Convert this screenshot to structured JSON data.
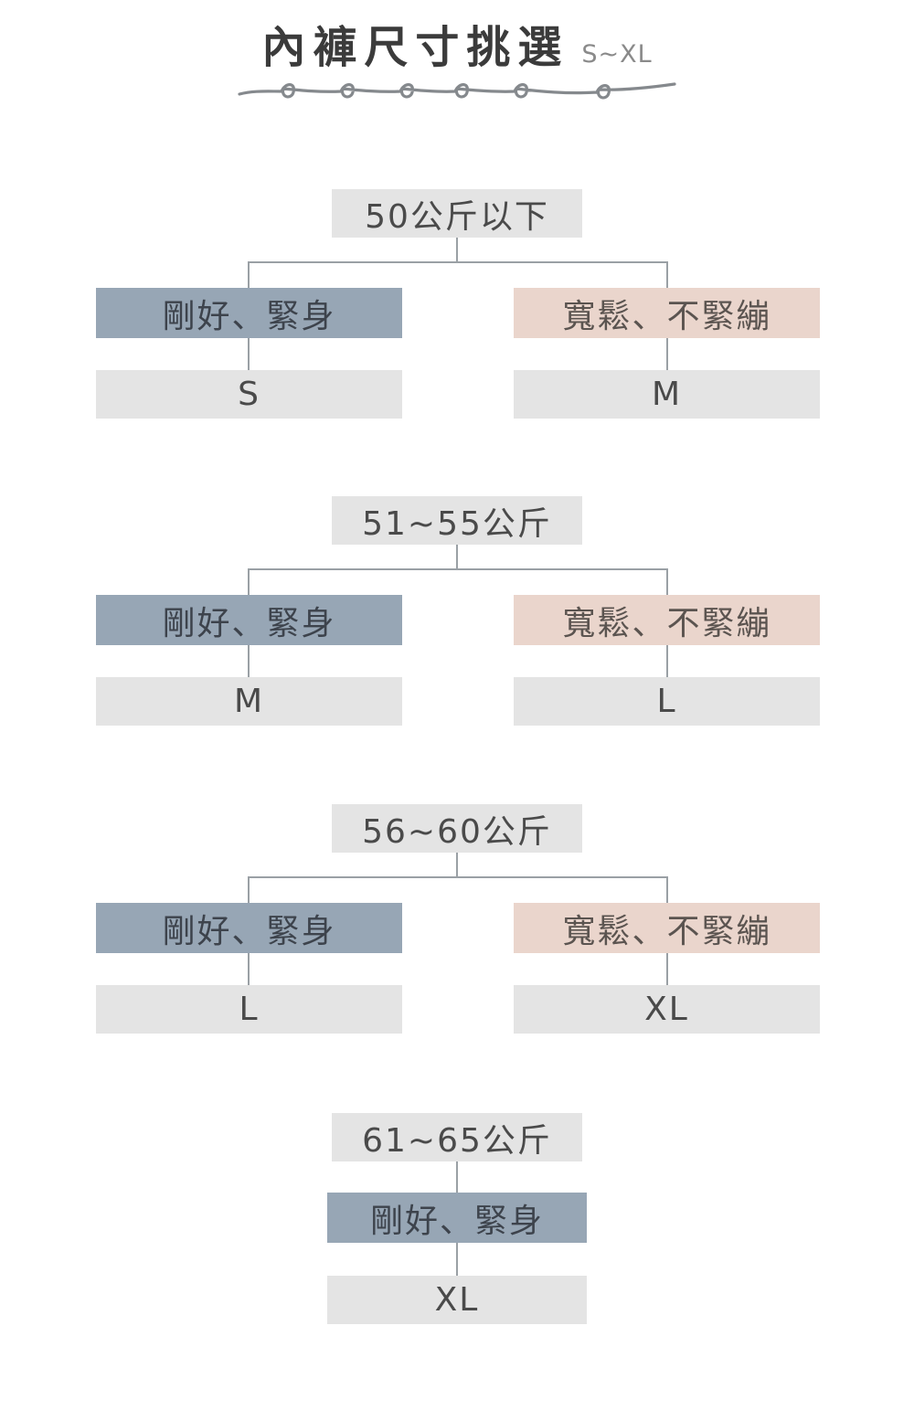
{
  "title": {
    "main": "內褲尺寸挑選",
    "suffix": "S~XL"
  },
  "colors": {
    "box_gray": "#e4e4e4",
    "box_blue": "#97a6b5",
    "box_pink": "#ead5cc",
    "line": "#9aa0a5",
    "text": "#4a4a4a",
    "title": "#3b3b3b",
    "suffix": "#8a8a8a"
  },
  "sections": [
    {
      "weight": "50公斤以下",
      "branches": [
        {
          "condition": "剛好、緊身",
          "size": "S"
        },
        {
          "condition": "寬鬆、不緊繃",
          "size": "M"
        }
      ]
    },
    {
      "weight": "51~55公斤",
      "branches": [
        {
          "condition": "剛好、緊身",
          "size": "M"
        },
        {
          "condition": "寬鬆、不緊繃",
          "size": "L"
        }
      ]
    },
    {
      "weight": "56~60公斤",
      "branches": [
        {
          "condition": "剛好、緊身",
          "size": "L"
        },
        {
          "condition": "寬鬆、不緊繃",
          "size": "XL"
        }
      ]
    },
    {
      "weight": "61~65公斤",
      "branches": [
        {
          "condition": "剛好、緊身",
          "size": "XL"
        }
      ]
    }
  ]
}
